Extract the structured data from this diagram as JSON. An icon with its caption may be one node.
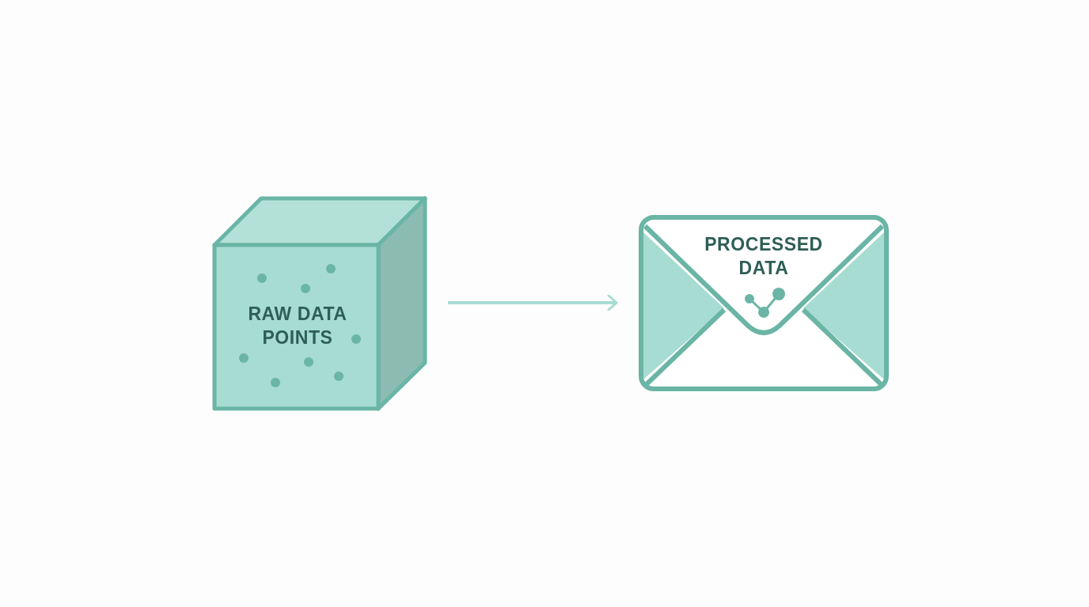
{
  "diagram": {
    "nodes": [
      {
        "text": [
          "RAW DATA POINTS"
        ]
      },
      {
        "text": [
          "PROCESSED DATA"
        ]
      }
    ],
    "edges": [
      {
        "from": 0,
        "to": 1,
        "arrow": "to",
        "color": "#a8dcd2"
      }
    ]
  }
}
